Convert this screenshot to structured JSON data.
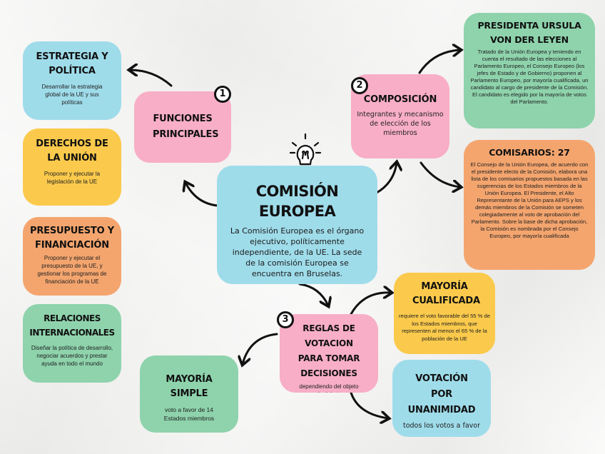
{
  "center": {
    "title": "COMISIÓN EUROPEA",
    "text": "La Comisión Europea es el órgano ejecutivo, políticamente independiente, de la UE. La sede de la comisión Europea se encuentra en Bruselas."
  },
  "funciones": {
    "badge": "1",
    "title": "FUNCIONES PRINCIPALES"
  },
  "composicion": {
    "badge": "2",
    "title": "COMPOSICIÓN",
    "text": "Integrantes y mecanismo de elección de los miembros"
  },
  "reglas": {
    "badge": "3",
    "title": "REGLAS DE VOTACION PARA TOMAR DECISIONES",
    "text": "dependiendo del objeto de debate"
  },
  "estrategia": {
    "title": "ESTRATEGIA Y POLÍTICA",
    "text": "Desarrollar la estrategia global de la UE y sus políticas"
  },
  "derechos": {
    "title": "DERECHOS DE LA UNIÓN",
    "text": "Proponer y ejecutar la legislación de la UE"
  },
  "presupuesto": {
    "title": "PRESUPUESTO Y FINANCIACIÓN",
    "text": "Proponer y ejecutar el presupuesto de la UE, y gestionar los programas de financiación de la UE"
  },
  "relaciones": {
    "title": "RELACIONES INTERNACIONALES",
    "text": "Diseñar la política de desarrollo, negociar acuerdos y prestar ayuda en todo el mundo"
  },
  "presidenta": {
    "title": "PRESIDENTA URSULA VON DER LEYEN",
    "text": "Tratado de la Unión Europea y teniendo en cuenta el resultado de las elecciones al Parlamento Europeo, el Consejo Europeo (los jefes de Estado y de Gobierno) proponen al Parlamento Europeo, por mayoría cualificada, un candidato al cargo de presidente de la Comisión. El candidato es elegido por la mayoría de votos del Parlamento."
  },
  "comisarios": {
    "title": "COMISARIOS: 27",
    "text": "El Consejo de la Unión Europea, de acuerdo con el presidente electo de la Comisión, elabora una lista de los comisarios propuestos basada en las sugerencias de los Estados miembros de la Unión Europea. El Presidente, el Alto Representante de la Unión para AEPS y los demás miembros de la Comisión se someten colegiadamente al voto de aprobación del Parlamento. Sobre la base de dicha aprobación, la Comisión es nombrada por el Consejo Europeo, por mayoría cualificada"
  },
  "mayoria_cualificada": {
    "title": "MAYORÍA CUALIFICADA",
    "text": "requiere el voto favorable del 55 % de los Estados miembros, que representen al menos el 65 % de la población de la UE"
  },
  "mayoria_simple": {
    "title": "MAYORÍA SIMPLE",
    "text": "voto a favor de 14 Estados miembros"
  },
  "unanimidad": {
    "title": "VOTACIÓN POR UNANIMIDAD",
    "text": "todos los votos a favor"
  },
  "colors": {
    "cyan": "#9fdcea",
    "yellow": "#fbca4c",
    "orange": "#f4a56e",
    "green": "#8ed3ac",
    "pink": "#f8aec7"
  },
  "icons": [
    "lightbulb-icon"
  ]
}
